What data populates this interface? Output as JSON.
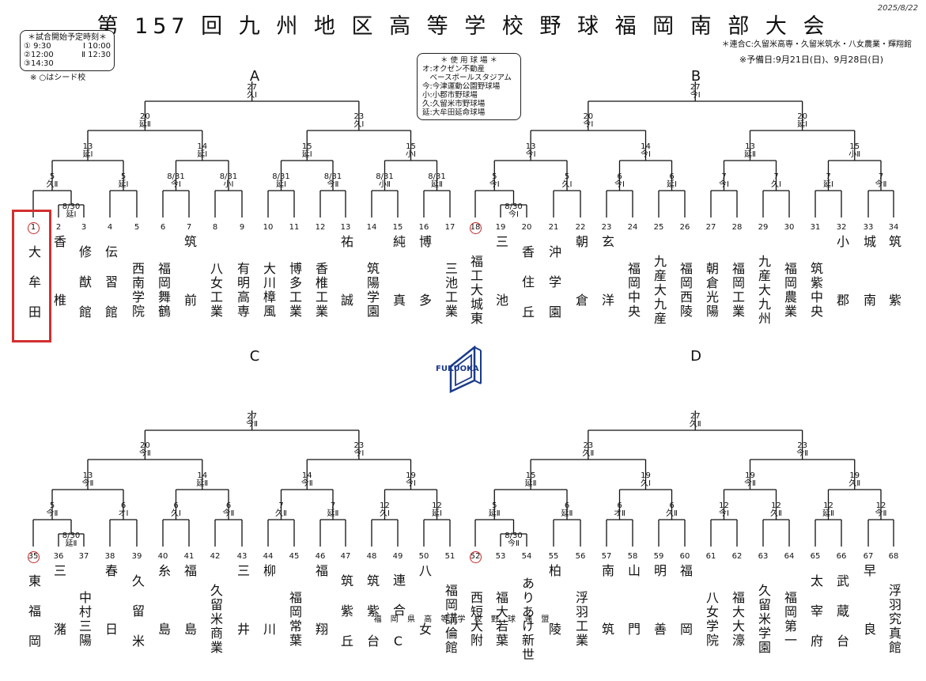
{
  "title": "第 157 回 九 州 地 区 高 等 学 校 野 球  福 岡 南 部 大 会",
  "date": "2025/8/22",
  "start_times": {
    "header": "＊試合開始予定時刻＊",
    "rows": [
      [
        "① 9:30",
        "Ⅰ 10:00"
      ],
      [
        "②12:00",
        "Ⅱ 12:30"
      ],
      [
        "③14:30",
        ""
      ]
    ]
  },
  "seed_note": "※ ○はシード校",
  "venues": {
    "header": "＊ 使 用 球 場 ＊",
    "lines": [
      "オ:オクゼン不動産",
      "　ベースボールスタジアム",
      "今:今津運動公園野球場",
      "小:小郡市野球場",
      "久:久留米市野球場",
      "延:大牟田延命球場"
    ]
  },
  "note_rengo": "＊連合C:久留米高専・久留米筑水・八女農業・輝翔館",
  "note_reserve": "※予備日:9月21日(日)、9月28日(日)",
  "logo_text": "FUKUOKA",
  "footer": "福 岡 県 高 等 学 校 野 球 連 盟",
  "regions": [
    "A",
    "B",
    "C",
    "D"
  ],
  "teams": [
    [
      "1",
      "大牟田"
    ],
    [
      "2",
      "香椎"
    ],
    [
      "3",
      "修猷館"
    ],
    [
      "4",
      "伝習館"
    ],
    [
      "5",
      "西南学院"
    ],
    [
      "6",
      "福岡舞鶴"
    ],
    [
      "7",
      "筑前"
    ],
    [
      "8",
      "八女工業"
    ],
    [
      "9",
      "有明高専"
    ],
    [
      "10",
      "大川樟風"
    ],
    [
      "11",
      "博多工業"
    ],
    [
      "12",
      "香椎工業"
    ],
    [
      "13",
      "祐誠"
    ],
    [
      "14",
      "筑陽学園"
    ],
    [
      "15",
      "純真"
    ],
    [
      "16",
      "博多"
    ],
    [
      "17",
      "三池工業"
    ],
    [
      "18",
      "福工大城東"
    ],
    [
      "19",
      "三池"
    ],
    [
      "20",
      "香住丘"
    ],
    [
      "21",
      "沖学園"
    ],
    [
      "22",
      "朝倉"
    ],
    [
      "23",
      "玄洋"
    ],
    [
      "24",
      "福岡中央"
    ],
    [
      "25",
      "九産大九産"
    ],
    [
      "26",
      "福岡西陵"
    ],
    [
      "27",
      "朝倉光陽"
    ],
    [
      "28",
      "福岡工業"
    ],
    [
      "29",
      "九産大九州"
    ],
    [
      "30",
      "福岡農業"
    ],
    [
      "31",
      "筑紫中央"
    ],
    [
      "32",
      "小郡"
    ],
    [
      "33",
      "城南"
    ],
    [
      "34",
      "筑紫"
    ],
    [
      "35",
      "東福岡"
    ],
    [
      "36",
      "三潴"
    ],
    [
      "37",
      "中村三陽"
    ],
    [
      "38",
      "春日"
    ],
    [
      "39",
      "久留米"
    ],
    [
      "40",
      "糸島"
    ],
    [
      "41",
      "福島"
    ],
    [
      "42",
      "久留米商業"
    ],
    [
      "43",
      "三井"
    ],
    [
      "44",
      "柳川"
    ],
    [
      "45",
      "福岡常葉"
    ],
    [
      "46",
      "福翔"
    ],
    [
      "47",
      "筑紫丘"
    ],
    [
      "48",
      "筑紫台"
    ],
    [
      "49",
      "連合C"
    ],
    [
      "50",
      "八女"
    ],
    [
      "51",
      "福岡講倫館"
    ],
    [
      "52",
      "西短大附"
    ],
    [
      "53",
      "福大若葉"
    ],
    [
      "54",
      "ありあけ新世"
    ],
    [
      "55",
      "柏陵"
    ],
    [
      "56",
      "浮羽工業"
    ],
    [
      "57",
      "南筑"
    ],
    [
      "58",
      "山門"
    ],
    [
      "59",
      "明善"
    ],
    [
      "60",
      "福岡"
    ],
    [
      "61",
      "八女学院"
    ],
    [
      "62",
      "福大大濠"
    ],
    [
      "63",
      "久留米学園"
    ],
    [
      "64",
      "福岡第一"
    ],
    [
      "65",
      "太宰府"
    ],
    [
      "66",
      "武蔵台"
    ],
    [
      "67",
      "早良"
    ],
    [
      "68",
      "浮羽究真館"
    ]
  ],
  "seeds": [
    "1",
    "18",
    "35",
    "52"
  ],
  "game_labels": [
    [
      "8/30",
      "延Ⅰ"
    ],
    [
      "5",
      "久Ⅱ"
    ],
    [
      "5",
      "延Ⅰ"
    ],
    [
      "8/31",
      "今Ⅰ"
    ],
    [
      "8/31",
      "小Ⅰ"
    ],
    [
      "8/31",
      "延Ⅰ"
    ],
    [
      "8/31",
      "今Ⅱ"
    ],
    [
      "8/31",
      "小Ⅱ"
    ],
    [
      "8/31",
      "延Ⅱ"
    ],
    [
      "13",
      "延Ⅰ"
    ],
    [
      "14",
      "延Ⅰ"
    ],
    [
      "15",
      "延Ⅰ"
    ],
    [
      "15",
      "小Ⅰ"
    ],
    [
      "20",
      "延Ⅱ"
    ],
    [
      "23",
      "久Ⅰ"
    ],
    [
      "27",
      "久Ⅰ"
    ],
    [
      "8/30",
      "今Ⅰ"
    ],
    [
      "5",
      "今Ⅰ"
    ],
    [
      "5",
      "久Ⅰ"
    ],
    [
      "6",
      "今Ⅰ"
    ],
    [
      "6",
      "延Ⅰ"
    ],
    [
      "7",
      "今Ⅰ"
    ],
    [
      "7",
      "久Ⅰ"
    ],
    [
      "7",
      "延Ⅰ"
    ],
    [
      "7",
      "今Ⅱ"
    ],
    [
      "13",
      "今Ⅰ"
    ],
    [
      "14",
      "今Ⅰ"
    ],
    [
      "13",
      "延Ⅱ"
    ],
    [
      "15",
      "小Ⅱ"
    ],
    [
      "20",
      "今Ⅰ"
    ],
    [
      "20",
      "延Ⅰ"
    ],
    [
      "27",
      "今Ⅰ"
    ],
    [
      "8/30",
      "延Ⅱ"
    ],
    [
      "5",
      "今Ⅱ"
    ],
    [
      "6",
      "オⅠ"
    ],
    [
      "6",
      "久Ⅰ"
    ],
    [
      "6",
      "今Ⅱ"
    ],
    [
      "7",
      "久Ⅱ"
    ],
    [
      "7",
      "延Ⅱ"
    ],
    [
      "12",
      "久Ⅰ"
    ],
    [
      "12",
      "延Ⅰ"
    ],
    [
      "13",
      "今Ⅱ"
    ],
    [
      "14",
      "延Ⅱ"
    ],
    [
      "14",
      "今Ⅱ"
    ],
    [
      "19",
      "今Ⅰ"
    ],
    [
      "20",
      "今Ⅱ"
    ],
    [
      "23",
      "今Ⅰ"
    ],
    [
      "27",
      "今Ⅱ"
    ],
    [
      "8/30",
      "今Ⅱ"
    ],
    [
      "5",
      "延Ⅱ"
    ],
    [
      "6",
      "延Ⅱ"
    ],
    [
      "6",
      "オⅡ"
    ],
    [
      "6",
      "久Ⅱ"
    ],
    [
      "12",
      "今Ⅰ"
    ],
    [
      "12",
      "久Ⅱ"
    ],
    [
      "12",
      "延Ⅱ"
    ],
    [
      "12",
      "今Ⅱ"
    ],
    [
      "15",
      "延Ⅱ"
    ],
    [
      "19",
      "久Ⅰ"
    ],
    [
      "19",
      "今Ⅱ"
    ],
    [
      "19",
      "久Ⅱ"
    ],
    [
      "23",
      "久Ⅱ"
    ],
    [
      "23",
      "今Ⅱ"
    ],
    [
      "27",
      "久Ⅱ"
    ]
  ]
}
